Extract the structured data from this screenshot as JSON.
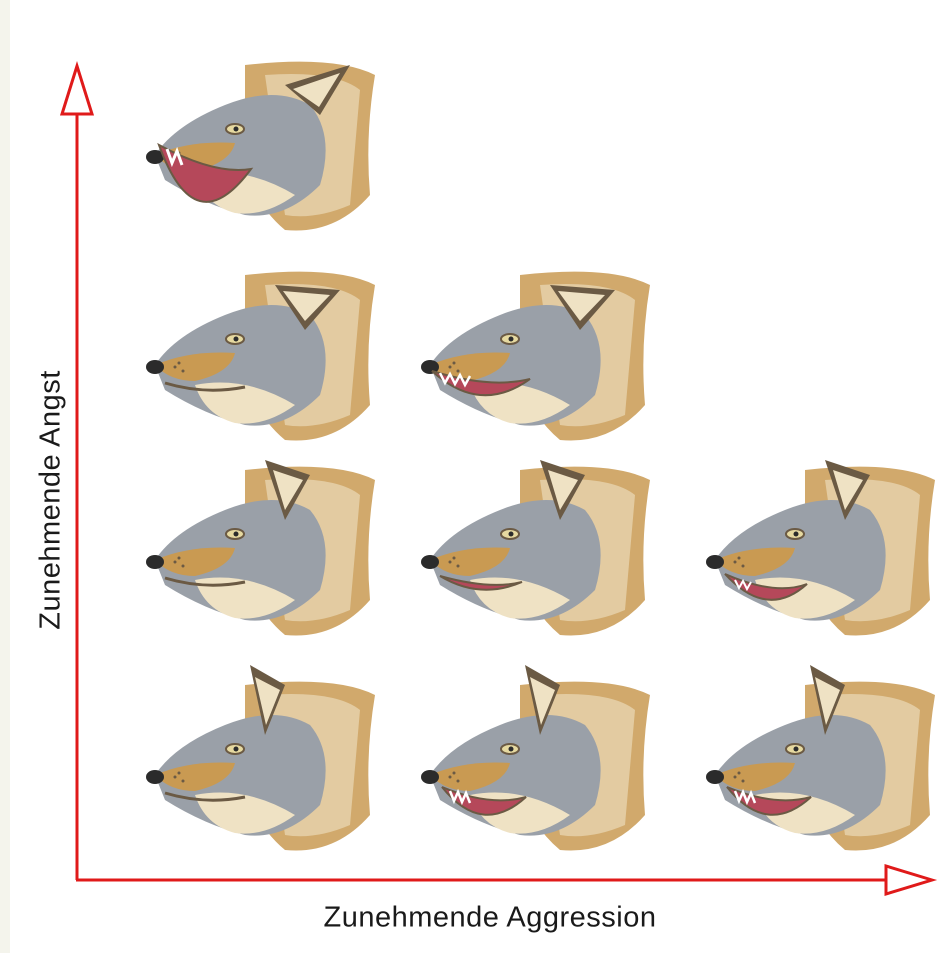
{
  "axes": {
    "y_label": "Zunehmende Angst",
    "x_label": "Zunehmende Aggression",
    "color": "#e01a1a"
  },
  "wolves": [
    {
      "row": 1,
      "col": 1,
      "mouth": "snarl-open"
    },
    {
      "row": 2,
      "col": 1,
      "mouth": "closed"
    },
    {
      "row": 2,
      "col": 2,
      "mouth": "snarl"
    },
    {
      "row": 3,
      "col": 1,
      "mouth": "closed"
    },
    {
      "row": 3,
      "col": 2,
      "mouth": "slightly-open"
    },
    {
      "row": 3,
      "col": 3,
      "mouth": "open"
    },
    {
      "row": 4,
      "col": 1,
      "mouth": "closed"
    },
    {
      "row": 4,
      "col": 2,
      "mouth": "teeth"
    },
    {
      "row": 4,
      "col": 3,
      "mouth": "teeth"
    }
  ],
  "palette": {
    "fur_tan": "#c99a52",
    "fur_light": "#efe2c4",
    "fur_grey": "#9aa0a8",
    "fur_dark": "#6b5a44",
    "mouth": "#b5485a"
  }
}
